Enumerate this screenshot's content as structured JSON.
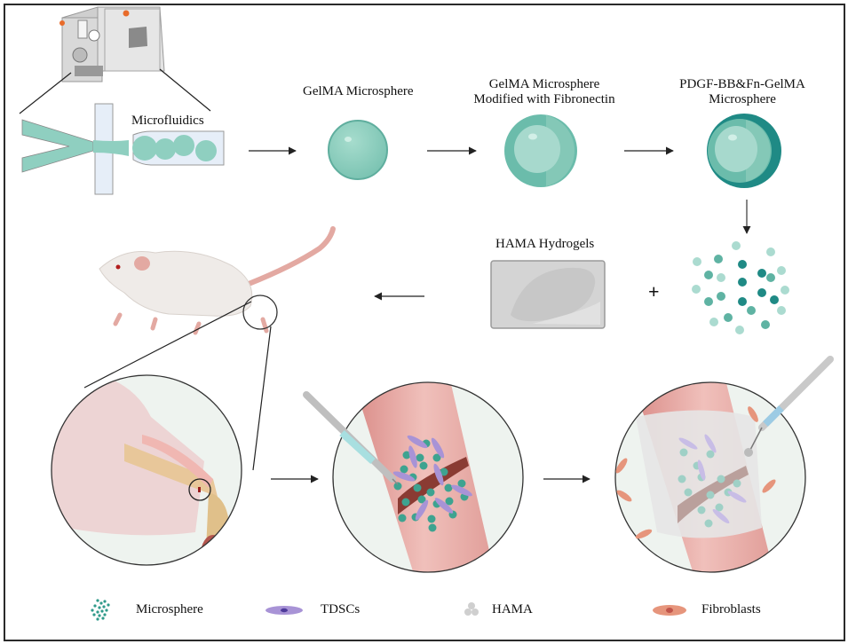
{
  "diagram": {
    "title": "GelMA microsphere fabrication and tendon repair workflow",
    "steps": {
      "microfluidics": "Microfluidics",
      "gelma_microsphere": "GelMA Microsphere",
      "fn_microsphere_line1": "GelMA Microsphere",
      "fn_microsphere_line2": "Modified with Fibronectin",
      "pdgf_microsphere_line1": "PDGF-BB&Fn-GelMA",
      "pdgf_microsphere_line2": "Microsphere",
      "hama_hydrogels": "HAMA Hydrogels",
      "plus_sign": "+"
    },
    "colors": {
      "microsphere_light": "#8fcfc0",
      "microsphere_mid": "#5fb3a3",
      "microsphere_dark": "#1f8a85",
      "hydrogel_gray": "#d4d4d4",
      "tendon_pink": "#e7a7a2",
      "tdsc_purple": "#a893d6",
      "fibroblast_orange": "#e6957c",
      "rat_body": "#efebe8",
      "rat_pink": "#e3a9a2",
      "inset_background": "#eef3ef",
      "arrow": "#222222"
    },
    "legend": [
      {
        "icon": "microsphere-cluster-icon",
        "label": "Microsphere"
      },
      {
        "icon": "tdsc-cell-icon",
        "label": "TDSCs"
      },
      {
        "icon": "hama-blob-icon",
        "label": "HAMA"
      },
      {
        "icon": "fibroblast-cell-icon",
        "label": "Fibroblasts"
      }
    ]
  }
}
